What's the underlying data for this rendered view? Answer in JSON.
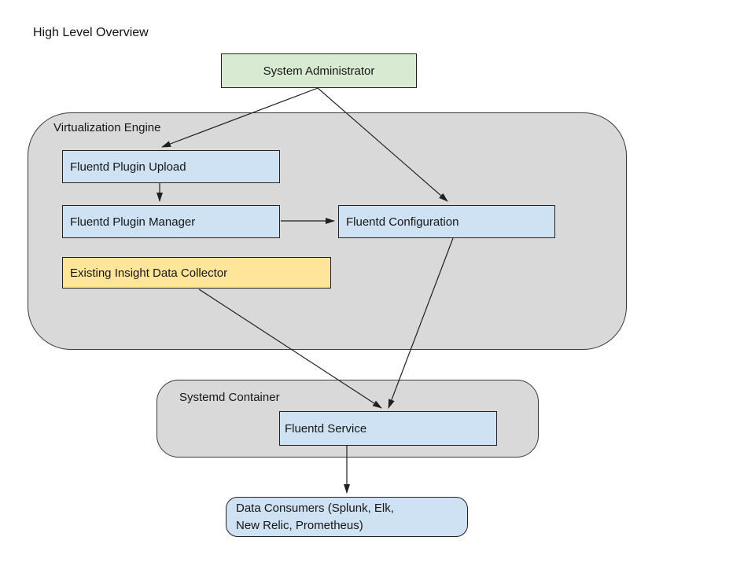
{
  "title": "High Level Overview",
  "colors": {
    "actor_green": "#d9ead3",
    "component_blue": "#cfe2f3",
    "legacy_yellow": "#ffe599",
    "container_gray": "#d9d9d9",
    "border_dark": "#222222"
  },
  "nodes": {
    "system_administrator": {
      "label": "System Administrator",
      "fill": "#d9ead3"
    },
    "virtualization_engine": {
      "label": "Virtualization Engine",
      "fill": "#d9d9d9"
    },
    "fluentd_plugin_upload": {
      "label": "Fluentd Plugin Upload",
      "fill": "#cfe2f3"
    },
    "fluentd_plugin_manager": {
      "label": "Fluentd Plugin Manager",
      "fill": "#cfe2f3"
    },
    "fluentd_configuration": {
      "label": "Fluentd Configuration",
      "fill": "#cfe2f3"
    },
    "existing_insight_data_collector": {
      "label": "Existing Insight Data Collector",
      "fill": "#ffe599"
    },
    "systemd_container": {
      "label": "Systemd Container",
      "fill": "#d9d9d9"
    },
    "fluentd_service": {
      "label": "Fluentd Service",
      "fill": "#cfe2f3"
    },
    "data_consumers": {
      "label": "Data Consumers (Splunk, Elk, New Relic, Prometheus)",
      "lines": [
        "Data Consumers (Splunk, Elk,",
        "New Relic, Prometheus)"
      ],
      "fill": "#cfe2f3"
    }
  },
  "edges": [
    {
      "from": "system_administrator",
      "to": "fluentd_plugin_upload"
    },
    {
      "from": "system_administrator",
      "to": "fluentd_configuration"
    },
    {
      "from": "fluentd_plugin_upload",
      "to": "fluentd_plugin_manager"
    },
    {
      "from": "fluentd_plugin_manager",
      "to": "fluentd_configuration"
    },
    {
      "from": "fluentd_configuration",
      "to": "fluentd_service"
    },
    {
      "from": "existing_insight_data_collector",
      "to": "fluentd_service"
    },
    {
      "from": "fluentd_service",
      "to": "data_consumers"
    }
  ]
}
